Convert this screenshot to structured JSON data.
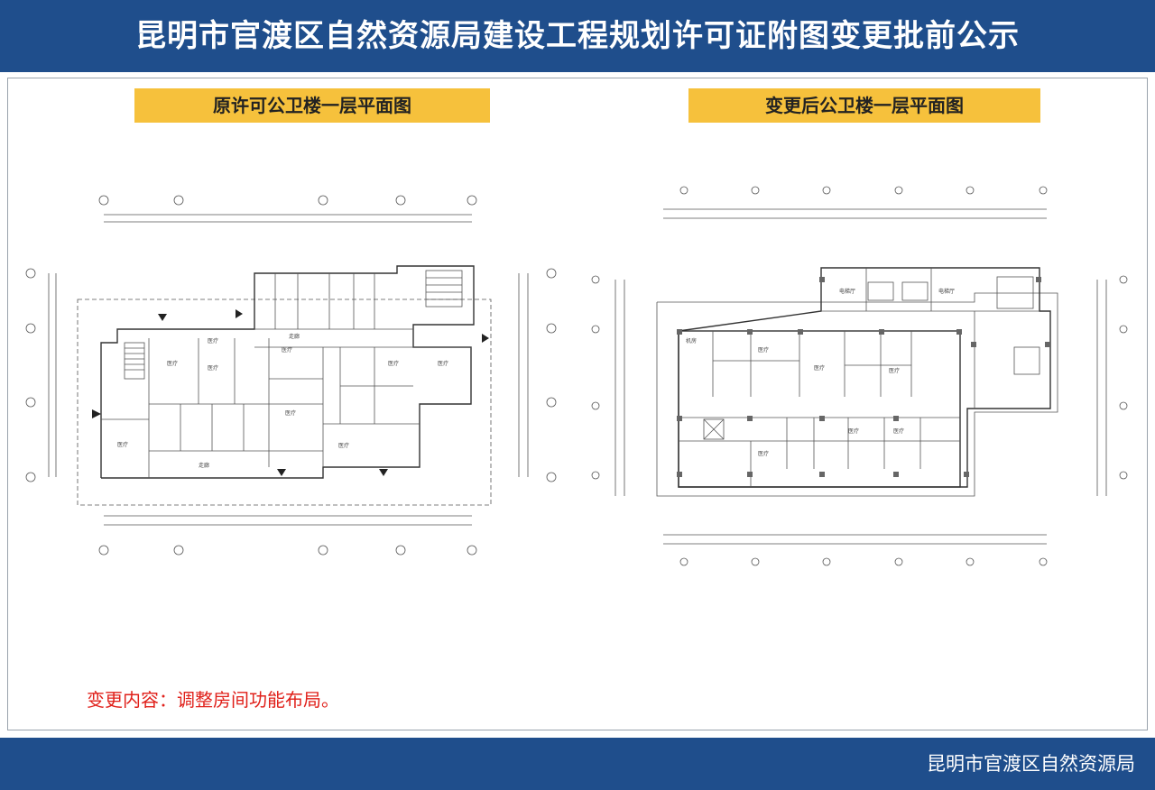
{
  "header": {
    "title": "昆明市官渡区自然资源局建设工程规划许可证附图变更批前公示"
  },
  "plans": {
    "original": {
      "label": "原许可公卫楼一层平面图"
    },
    "changed": {
      "label": "变更后公卫楼一层平面图"
    }
  },
  "note": {
    "text": "变更内容：调整房间功能布局。"
  },
  "footer": {
    "organization": "昆明市官渡区自然资源局"
  },
  "colors": {
    "header_bg": "#1f4e8c",
    "label_bg": "#f6c13c",
    "note_text": "#e0201a"
  }
}
